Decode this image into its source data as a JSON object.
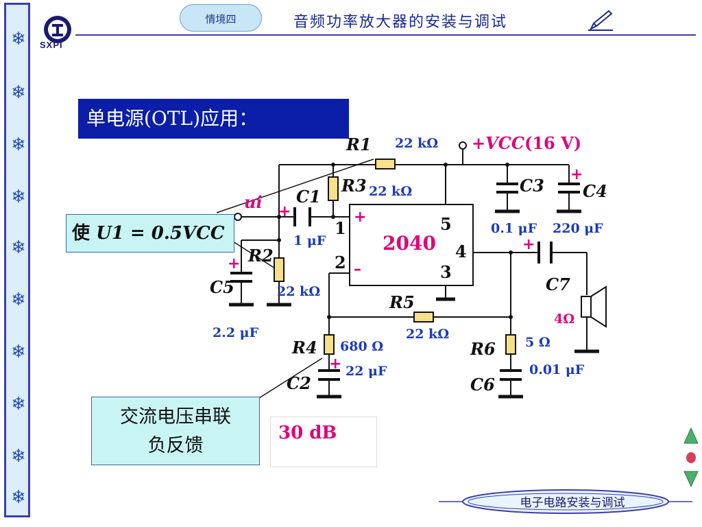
{
  "header": {
    "logo_text": "SXPI",
    "scene_tag": "情境四",
    "title": "音频功率放大器的安装与调试"
  },
  "section_title": "单电源(OTL)应用：",
  "callouts": {
    "u1_condition_prefix": "使",
    "u1_condition": "U1 = 0.5VCC",
    "feedback_line1": "交流电压串联",
    "feedback_line2": "负反馈"
  },
  "gain_label": "30 dB",
  "circuit": {
    "supply_label": "+VCC",
    "supply_value": "(16 V)",
    "input_label": "ui",
    "ic_label": "2040",
    "ic_pins": [
      "1",
      "2",
      "3",
      "4",
      "5"
    ],
    "ic_input_polarity_plus": "+",
    "ic_input_polarity_minus": "–",
    "components": {
      "R1": {
        "name": "R1",
        "value": "22 kΩ"
      },
      "R2": {
        "name": "R2",
        "value": "22 kΩ"
      },
      "R3": {
        "name": "R3",
        "value": "22 kΩ"
      },
      "R4": {
        "name": "R4",
        "value": "680 Ω"
      },
      "R5": {
        "name": "R5",
        "value": "22 kΩ"
      },
      "R6": {
        "name": "R6",
        "value": "5 Ω"
      },
      "C1": {
        "name": "C1",
        "value": "1 μF"
      },
      "C2": {
        "name": "C2",
        "value": "22 μF"
      },
      "C3": {
        "name": "C3",
        "value": "0.1 μF"
      },
      "C4": {
        "name": "C4",
        "value": "220 μF"
      },
      "C5": {
        "name": "C5",
        "value": "2.2 μF"
      },
      "C6": {
        "name": "C6",
        "value": "0.01 μF"
      },
      "C7": {
        "name": "C7",
        "value": ""
      }
    },
    "speaker_value": "4Ω",
    "plus_sign": "+"
  },
  "footer": {
    "title": "电子电路安装与调试"
  },
  "colors": {
    "frame_blue": "#3a3fa8",
    "title_bar": "#0a1ea8",
    "callout_fill": "#c9f4f4",
    "accent_red": "#e0007a",
    "value_blue": "#1a3ab8",
    "component_fill": "#f7e08a"
  },
  "icons": [
    "snowflake-icon",
    "logo-icon",
    "pencil-icon",
    "nav-up-icon",
    "nav-dot-icon",
    "nav-down-icon",
    "speaker-icon"
  ]
}
